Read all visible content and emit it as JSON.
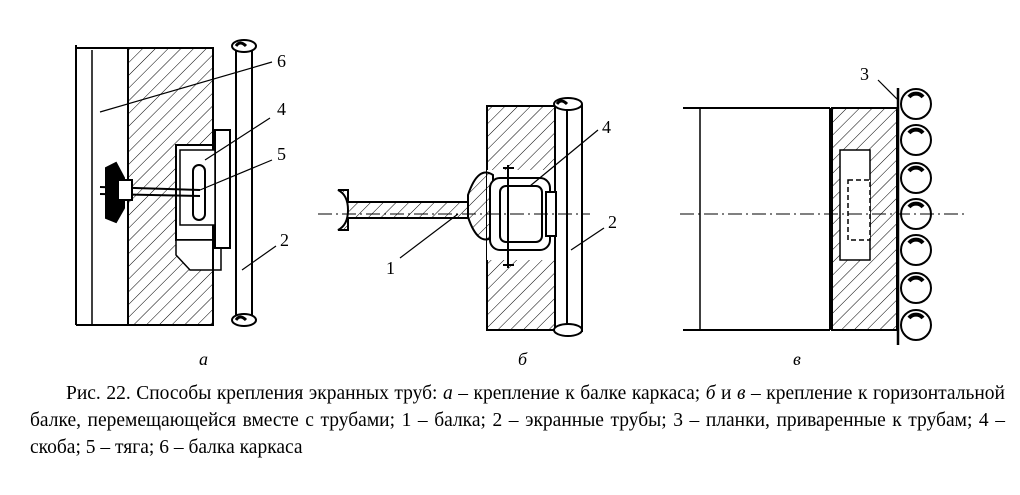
{
  "figure": {
    "labels": {
      "a_6": "6",
      "a_4": "4",
      "a_5": "5",
      "a_2": "2",
      "b_4": "4",
      "b_2": "2",
      "b_1": "1",
      "c_3": "3"
    },
    "sublabels": {
      "a": "а",
      "b": "б",
      "c": "в"
    }
  },
  "caption": {
    "prefix": "Рис. 22. Способы крепления экранных труб: ",
    "a_letter": "а",
    "part1": " – крепление к балке каркаса;  ",
    "b_letter": "б",
    "and": " и ",
    "c_letter": "в",
    "part2": " – крепление к горизонтальной балке, перемещающейся вместе с трубами; 1 – балка; 2 – экранные трубы; 3 – планки, приваренные к трубам; 4 – скоба; 5 – тяга; 6 – балка каркаса"
  }
}
